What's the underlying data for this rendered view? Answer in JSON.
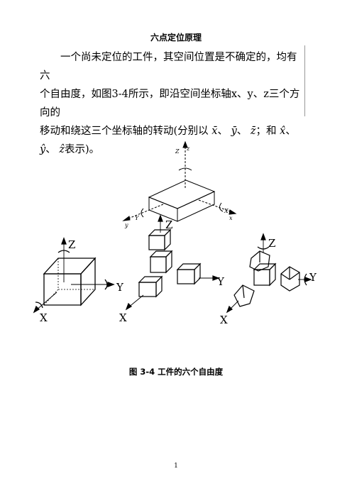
{
  "title": "六点定位原理",
  "paragraph": {
    "line1": "一个尚未定位的工件，其空间位置是不确定的，均有六",
    "line2": "个自由度，如图3-4所示，即沿空间坐标轴x、y、z三个方向的",
    "line3_a": "移动和绕这三个坐标轴的转动(分别以",
    "sym1": "x̄",
    "sep1": "、",
    "sym2": "ȳ",
    "sep2": "、",
    "sym3": "z̄",
    "sep3": "；和",
    "sym4": "x̂",
    "sep4": "、",
    "line4_a": "",
    "sym5": "ŷ",
    "sep5": "、",
    "sym6": "ẑ",
    "line4_b": "表示)。"
  },
  "figure": {
    "top_labels": {
      "z_bar": "Z",
      "z": "z",
      "x_bar": "X",
      "x": "x",
      "y_bar": "Y",
      "y": "y"
    },
    "cube1": {
      "z": "Z",
      "y": "Y",
      "x": "X"
    },
    "cube2": {
      "z": "Z",
      "y": "Y",
      "x": "X"
    },
    "cube3": {
      "z": "Z",
      "y": "Y",
      "x": "X"
    }
  },
  "caption": "图 3-4  工件的六个自由度",
  "page_number": "1"
}
